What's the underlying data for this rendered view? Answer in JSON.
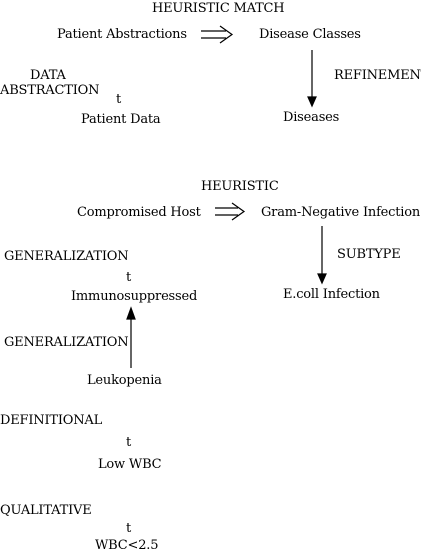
{
  "diagram1": {
    "title": "HEURISTIC MATCH",
    "node_abstractions": "Patient Abstractions",
    "node_classes": "Disease Classes",
    "label_data": "DATA",
    "label_abstraction": "ABSTRACTION",
    "label_refinement": "REFINEMENT",
    "t_glyph": "t",
    "node_patient_data": "Patient Data",
    "node_diseases": "Diseases"
  },
  "diagram2": {
    "title": "HEURISTIC",
    "node_compromised": "Compromised Host",
    "node_gram": "Gram-Negative Infection",
    "label_generalization_1": "GENERALIZATION",
    "label_subtype": "SUBTYPE",
    "t_glyph_1": "t",
    "node_immuno": "Immunosuppressed",
    "node_ecoli": "E.coll Infection",
    "label_generalization_2": "GENERALIZATION",
    "node_leukopenia": "Leukopenia",
    "label_definitional": "DEFINITIONAL",
    "t_glyph_2": "t",
    "node_low_wbc": "Low WBC",
    "label_qualitative": "QUALITATIVE",
    "t_glyph_3": "t",
    "node_wbc": "WBC<2.5"
  }
}
